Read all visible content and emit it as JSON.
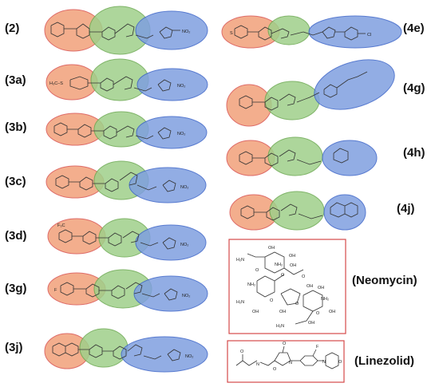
{
  "left_compounds": [
    {
      "label": "(2)",
      "a_text": "",
      "c_text": "NO₂"
    },
    {
      "label": "(3a)",
      "a_text": "H₃C–S",
      "c_text": "NO₂"
    },
    {
      "label": "(3b)",
      "a_text": "",
      "c_text": "NO₂"
    },
    {
      "label": "(3c)",
      "a_text": "",
      "c_text": "NO₂"
    },
    {
      "label": "(3d)",
      "a_text": "F₃C",
      "c_text": "NO₂"
    },
    {
      "label": "(3g)",
      "a_text": "F",
      "c_text": "NO₂"
    },
    {
      "label": "(3j)",
      "a_text": "",
      "c_text": "NO₂"
    }
  ],
  "right_compounds": [
    {
      "label": "(4e)",
      "a_text": "S",
      "c_text": "Cl"
    },
    {
      "label": "(4g)",
      "a_text": "",
      "c_text": ""
    },
    {
      "label": "(4h)",
      "a_text": "",
      "c_text": ""
    },
    {
      "label": "(4j)",
      "a_text": "",
      "c_text": ""
    }
  ],
  "neomycin": {
    "label": "(Neomycin)",
    "atoms": [
      "OH",
      "OH",
      "H₂N",
      "NH₂",
      "OH",
      "O",
      "O",
      "O",
      "OH",
      "OH",
      "NH₂",
      "H₂N",
      "OH",
      "O",
      "O",
      "OH",
      "NH₂",
      "O",
      "OH",
      "OH",
      "H₂N"
    ]
  },
  "linezolid": {
    "label": "(Linezolid)",
    "atoms": [
      "O",
      "F",
      "O",
      "N",
      "N",
      "N",
      "O",
      "O"
    ]
  },
  "colors": {
    "orange_fill": "#f2a07a",
    "green_fill": "#9fd08a",
    "blue_fill": "#7f9fe0",
    "box_stroke": "#d64a4a"
  }
}
